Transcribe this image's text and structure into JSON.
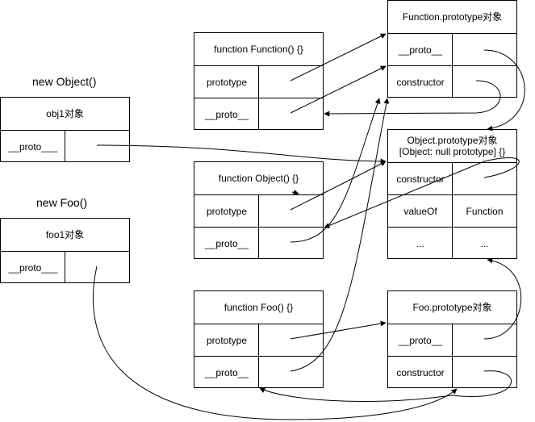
{
  "labels": {
    "new_object": "new Object()",
    "new_foo": "new Foo()"
  },
  "boxes": {
    "obj1": {
      "title": "obj1对象",
      "rows": [
        [
          "__proto___",
          ""
        ]
      ]
    },
    "foo1": {
      "title": "foo1对象",
      "rows": [
        [
          "__proto___",
          ""
        ]
      ]
    },
    "function_function": {
      "title": "function Function() {}",
      "rows": [
        [
          "prototype",
          ""
        ],
        [
          "__proto__",
          ""
        ]
      ]
    },
    "function_object": {
      "title": "function Object() {}",
      "rows": [
        [
          "prototype",
          ""
        ],
        [
          "__proto__",
          ""
        ]
      ]
    },
    "function_foo": {
      "title": "function Foo() {}",
      "rows": [
        [
          "prototype",
          ""
        ],
        [
          "__proto__",
          ""
        ]
      ]
    },
    "function_prototype": {
      "title": "Function.prototype对象",
      "rows": [
        [
          "__proto__",
          ""
        ],
        [
          "constructor",
          ""
        ]
      ]
    },
    "object_prototype": {
      "title": "Object.prototype对象\n[Object: null prototype] {}",
      "rows": [
        [
          "constructor",
          ""
        ],
        [
          "valueOf",
          "Function"
        ],
        [
          "...",
          "..."
        ]
      ]
    },
    "foo_prototype": {
      "title": "Foo.prototype对象",
      "rows": [
        [
          "__proto__",
          ""
        ],
        [
          "constructor",
          ""
        ]
      ]
    }
  }
}
